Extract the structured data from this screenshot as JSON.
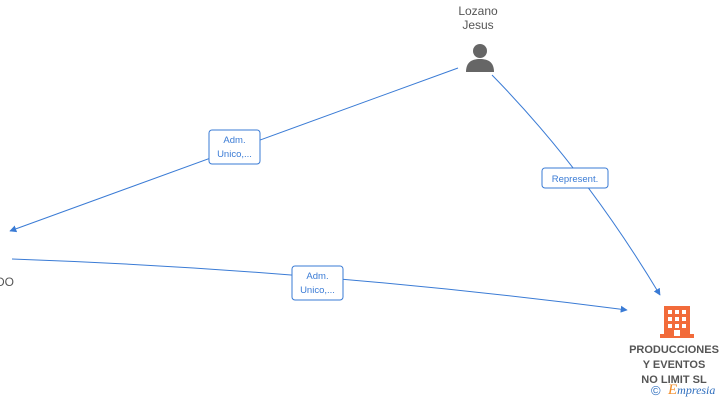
{
  "colors": {
    "edge": "#3a7bd5",
    "person_icon": "#666666",
    "company_icon": "#f26b3a",
    "label_text": "#555555"
  },
  "nodes": {
    "person_lozano": {
      "name_line1": "Lozano",
      "name_line2": "Jesus",
      "icon": "person-icon"
    },
    "offscreen_left": {
      "name_fragment": "DO"
    },
    "company": {
      "name_line1": "PRODUCCIONES",
      "name_line2": "Y EVENTOS",
      "name_line3": "NO LIMIT  SL",
      "icon": "building-icon"
    }
  },
  "edges": [
    {
      "id": "lozano-to-left",
      "label_line1": "Adm.",
      "label_line2": "Unico,..."
    },
    {
      "id": "lozano-to-company",
      "label_line1": "Represent.",
      "label_line2": ""
    },
    {
      "id": "left-to-company",
      "label_line1": "Adm.",
      "label_line2": "Unico,..."
    }
  ],
  "watermark": {
    "copyright_symbol": "©",
    "brand_initial": "E",
    "brand_rest": "mpresia"
  }
}
